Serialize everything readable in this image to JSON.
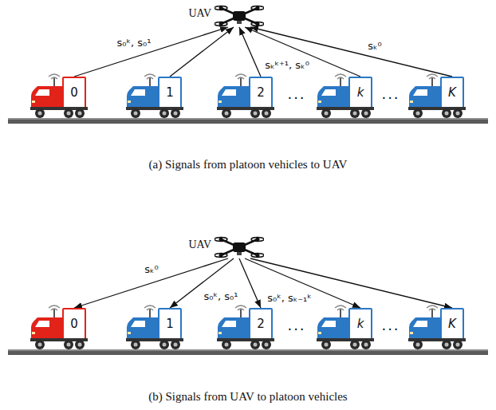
{
  "diagram": {
    "nodes": [
      {
        "text": [
          "UAV"
        ]
      },
      {
        "text": [
          "0"
        ]
      },
      {
        "text": [
          "1"
        ]
      },
      {
        "text": [
          "2"
        ]
      },
      {
        "text": [
          "k"
        ]
      },
      {
        "text": [
          "K"
        ]
      },
      {
        "text": [
          "UAV"
        ]
      },
      {
        "text": [
          "0"
        ]
      },
      {
        "text": [
          "1"
        ]
      },
      {
        "text": [
          "2"
        ]
      },
      {
        "text": [
          "k"
        ]
      },
      {
        "text": [
          "K"
        ]
      }
    ],
    "edges": [
      {
        "from": 1,
        "to": 0,
        "arrow": "to",
        "label": "s₀ᵏ, s₀¹"
      },
      {
        "from": 2,
        "to": 0,
        "arrow": "to"
      },
      {
        "from": 3,
        "to": 0,
        "arrow": "to"
      },
      {
        "from": 4,
        "to": 0,
        "arrow": "to",
        "label": "sₖᵏ⁺¹, sₖ⁰"
      },
      {
        "from": 5,
        "to": 0,
        "arrow": "to",
        "label": "sₖ⁰"
      },
      {
        "from": 6,
        "to": 7,
        "arrow": "to",
        "label": "sₖ⁰"
      },
      {
        "from": 6,
        "to": 8,
        "arrow": "to",
        "label": "s₀ᵏ, s₀¹"
      },
      {
        "from": 6,
        "to": 9,
        "arrow": "to"
      },
      {
        "from": 6,
        "to": 10,
        "arrow": "to",
        "label": "s₀ᵏ, sₖ₋₁ᵏ"
      },
      {
        "from": 6,
        "to": 11,
        "arrow": "to"
      }
    ],
    "labels": [
      "...",
      "...",
      "(a) Signals from platoon vehicles to UAV",
      "...",
      "...",
      "(b) Signals from UAV to platoon vehicles"
    ]
  }
}
